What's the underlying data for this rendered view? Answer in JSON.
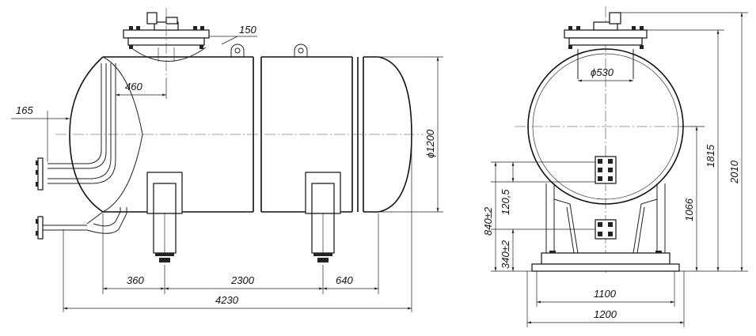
{
  "side_view": {
    "dims": {
      "flange_offset": "150",
      "inner_pipe_offset": "460",
      "nozzle_offset": "165",
      "diameter": "ϕ1200",
      "left_saddle_offset": "360",
      "saddle_spacing": "2300",
      "right_saddle_offset": "640",
      "overall_length": "4230"
    }
  },
  "end_view": {
    "dims": {
      "hatch_diameter": "ϕ530",
      "axis_height": "1066",
      "height_to_flange": "1815",
      "overall_height": "2010",
      "upper_nozzle_height": "840±2",
      "nozzle_spacing": "120,5",
      "lower_nozzle_height": "340±2",
      "saddle_width": "1100",
      "base_width": "1200"
    }
  }
}
